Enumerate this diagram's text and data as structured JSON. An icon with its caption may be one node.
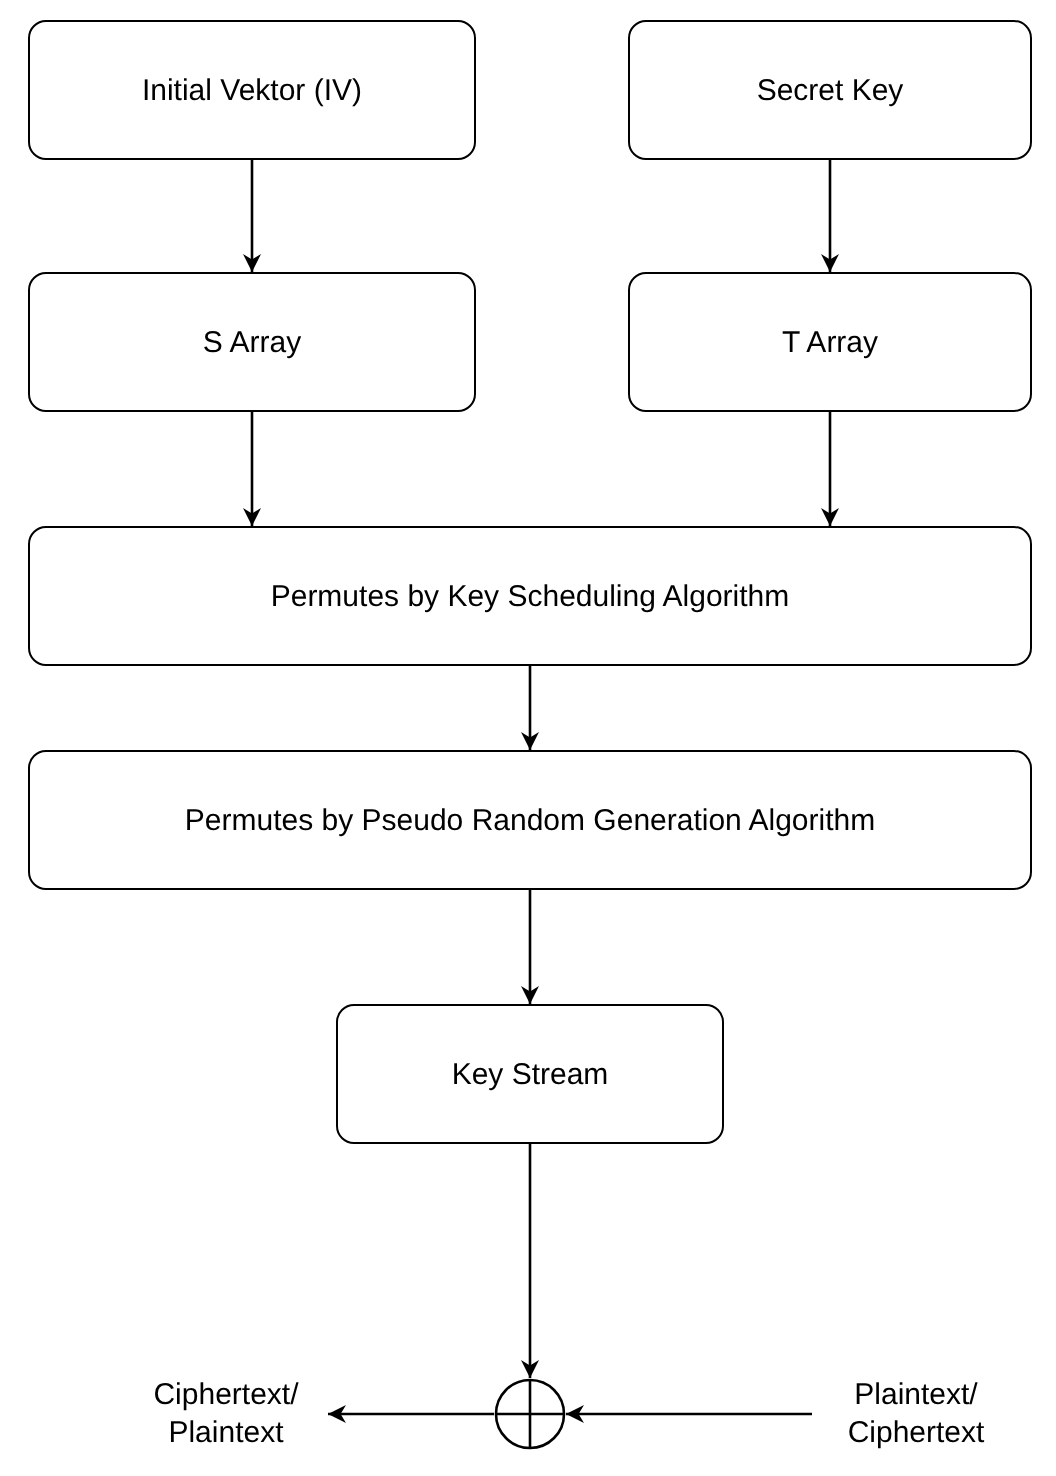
{
  "diagram": {
    "nodes": [
      {
        "text": [
          "Initial Vektor (IV)"
        ]
      },
      {
        "text": [
          "Secret Key"
        ]
      },
      {
        "text": [
          "S Array"
        ]
      },
      {
        "text": [
          "T Array"
        ]
      },
      {
        "text": [
          "Permutes by Key Scheduling Algorithm"
        ]
      },
      {
        "text": [
          "Permutes by Pseudo Random Generation Algorithm"
        ]
      },
      {
        "text": [
          "Key Stream"
        ]
      },
      {
        "text": [
          "Ciphertext/ Plaintext"
        ]
      },
      {
        "text": [],
        "shape": "circle"
      },
      {
        "text": [
          "Plaintext/ Ciphertext"
        ]
      }
    ],
    "edges": [
      {
        "from": 0,
        "to": 2,
        "arrow": "to"
      },
      {
        "from": 1,
        "to": 3,
        "arrow": "to"
      },
      {
        "from": 2,
        "to": 4,
        "arrow": "to"
      },
      {
        "from": 3,
        "to": 4,
        "arrow": "to"
      },
      {
        "from": 4,
        "to": 5,
        "arrow": "to"
      },
      {
        "from": 5,
        "to": 6,
        "arrow": "to"
      },
      {
        "from": 6,
        "to": 8,
        "arrow": "to"
      },
      {
        "from": 9,
        "to": 8,
        "arrow": "to"
      },
      {
        "from": 8,
        "to": 7,
        "arrow": "to"
      }
    ]
  }
}
